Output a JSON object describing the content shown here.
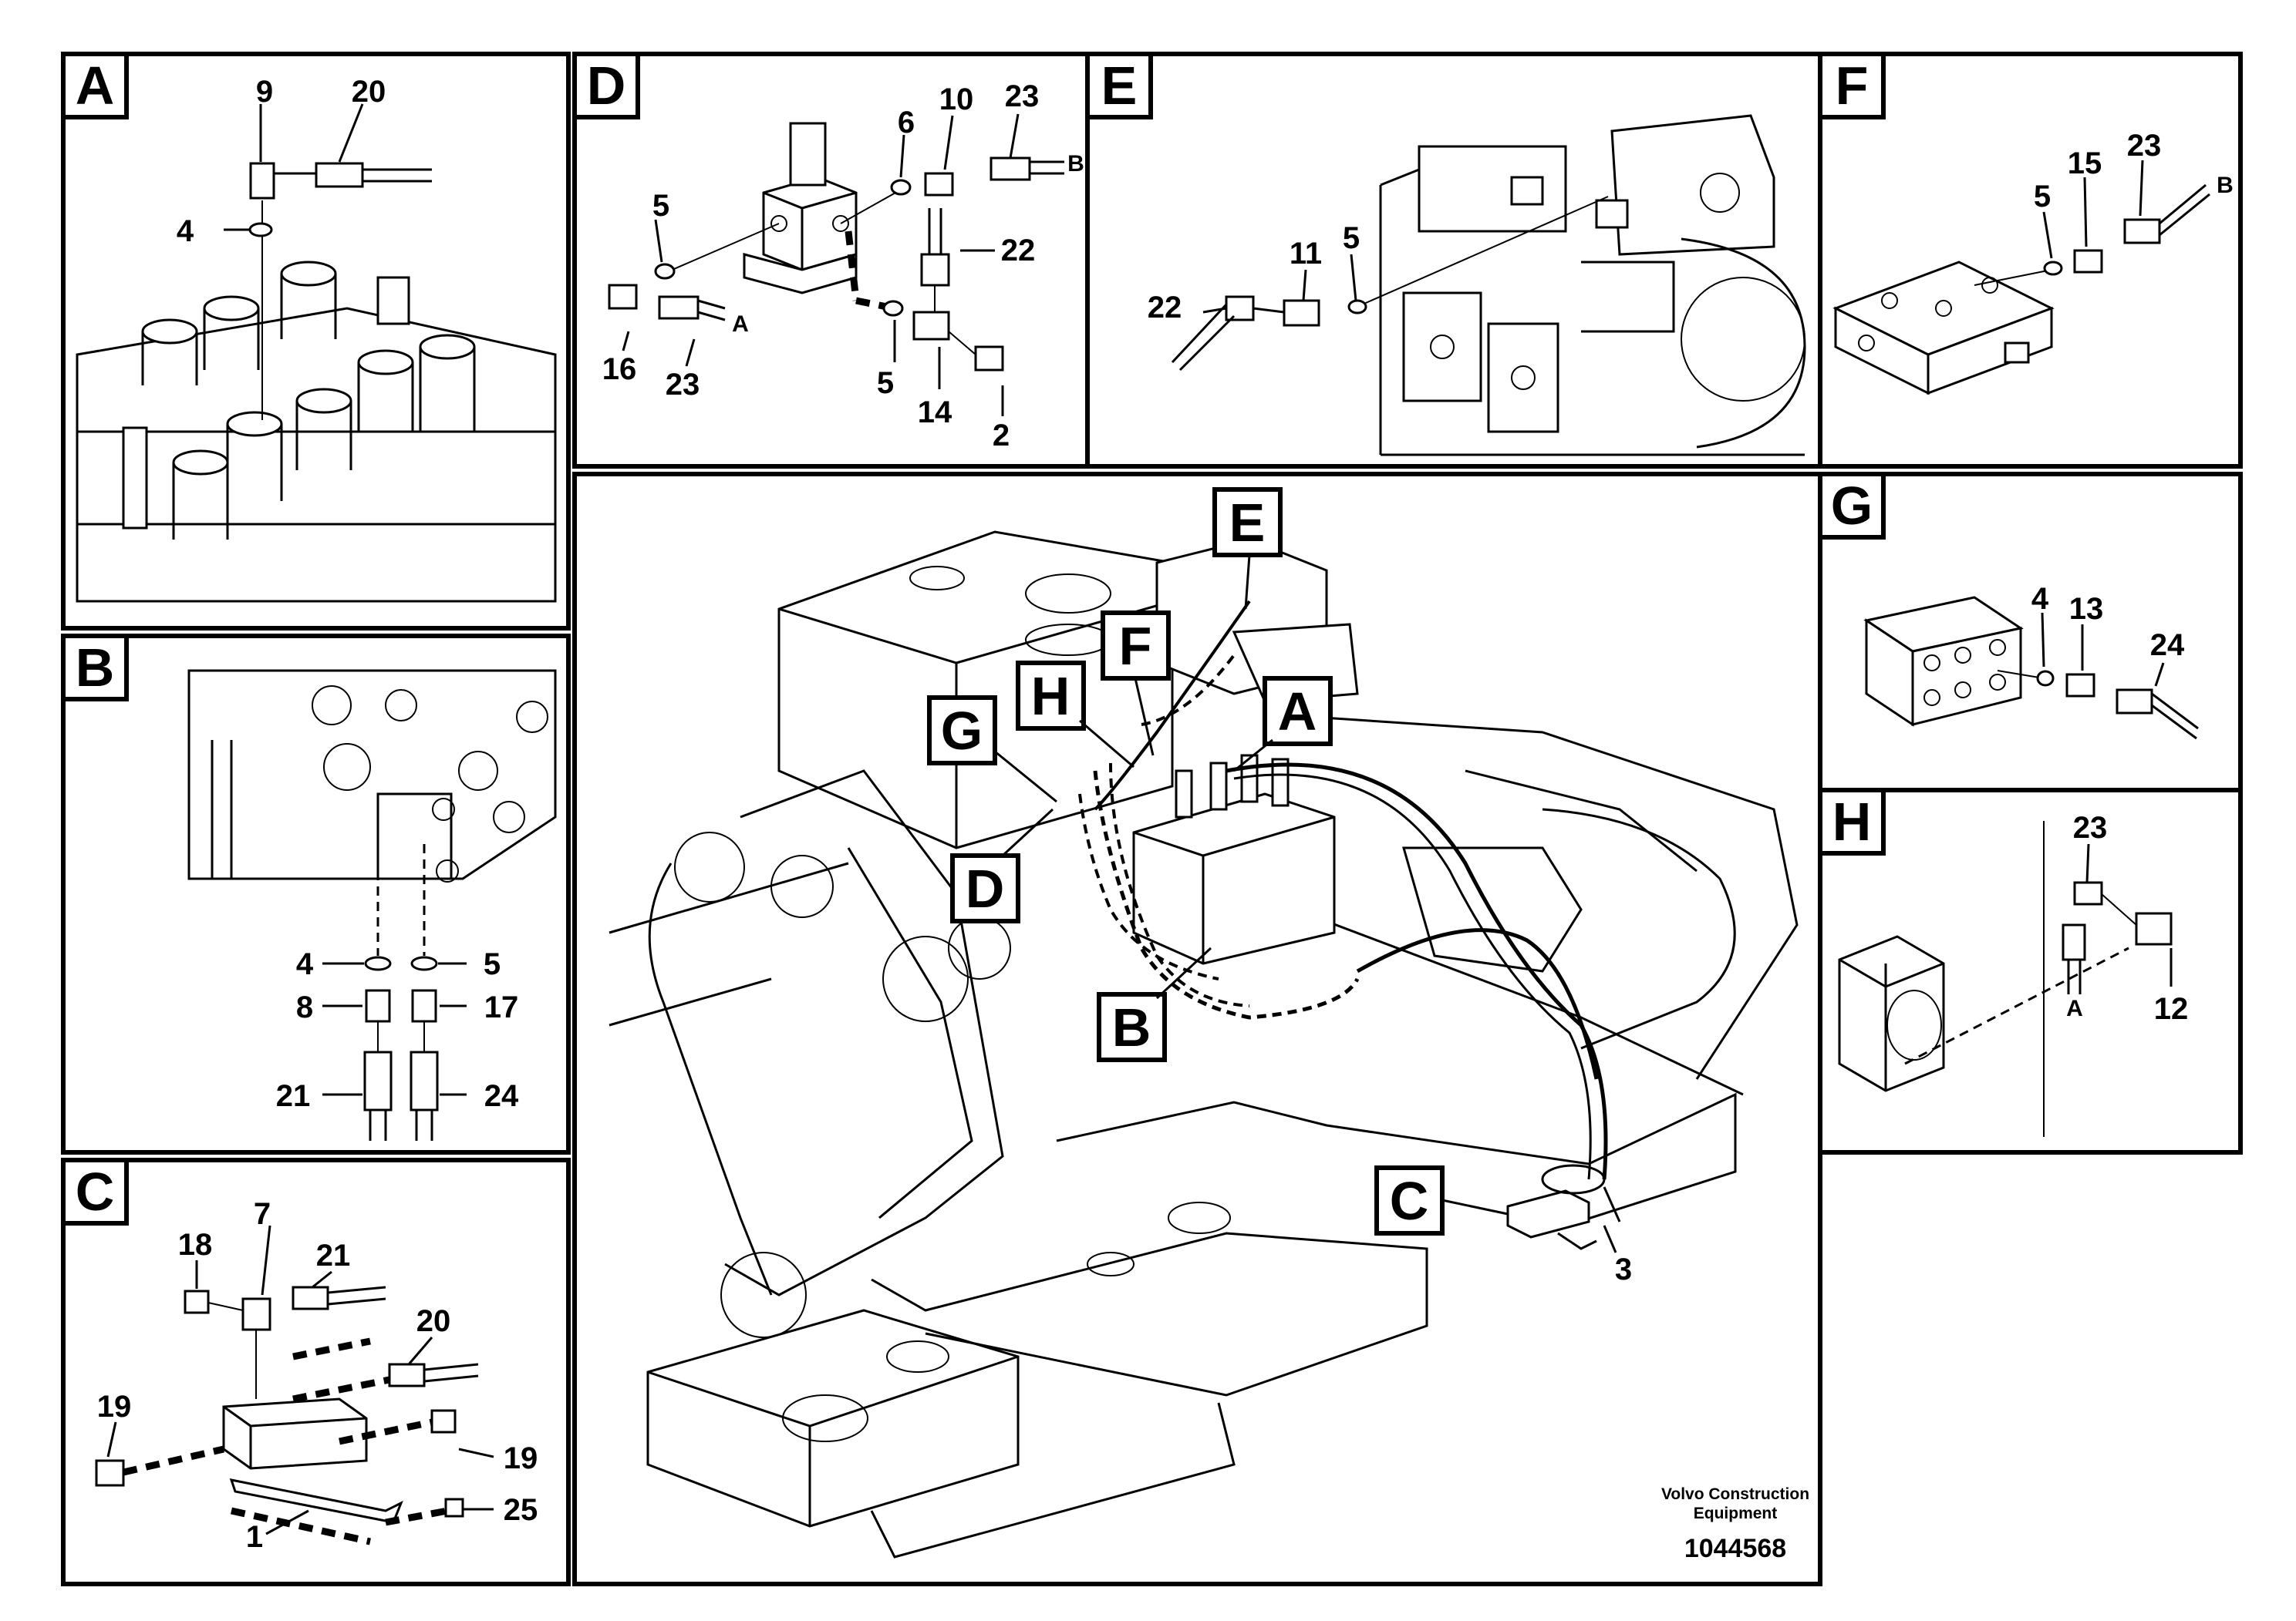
{
  "panels": {
    "A": {
      "label": "A",
      "callouts": [
        "9",
        "20",
        "4"
      ]
    },
    "B": {
      "label": "B",
      "callouts": [
        "4",
        "5",
        "8",
        "17",
        "21",
        "24"
      ]
    },
    "C": {
      "label": "C",
      "callouts": [
        "7",
        "18",
        "21",
        "20",
        "19",
        "19",
        "25",
        "1"
      ]
    },
    "D": {
      "label": "D",
      "callouts": [
        "6",
        "10",
        "23",
        "B",
        "5",
        "22",
        "16",
        "23",
        "A",
        "5",
        "14",
        "2"
      ]
    },
    "E": {
      "label": "E",
      "callouts": [
        "22",
        "11",
        "5"
      ]
    },
    "F": {
      "label": "F",
      "callouts": [
        "5",
        "15",
        "23",
        "B"
      ]
    },
    "G": {
      "label": "G",
      "callouts": [
        "4",
        "13",
        "24"
      ]
    },
    "H": {
      "label": "H",
      "callouts": [
        "23",
        "A",
        "12"
      ]
    }
  },
  "main": {
    "tags": [
      "E",
      "F",
      "H",
      "A",
      "G",
      "D",
      "B",
      "C"
    ],
    "callouts": [
      "3"
    ]
  },
  "footer": {
    "publisher_line1": "Volvo Construction",
    "publisher_line2": "Equipment",
    "drawing_number": "1044568"
  }
}
